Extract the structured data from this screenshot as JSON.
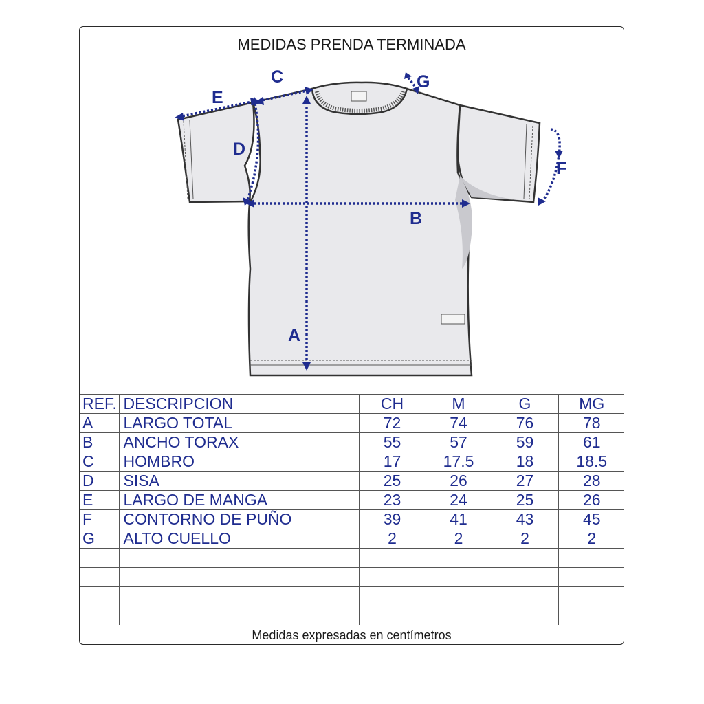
{
  "title": "MEDIDAS PRENDA TERMINADA",
  "labels": {
    "A": "A",
    "B": "B",
    "C": "C",
    "D": "D",
    "E": "E",
    "F": "F",
    "G": "G"
  },
  "colors": {
    "accent": "#1f2c8f",
    "garment_fill": "#e9e9ec",
    "garment_outline": "#333333"
  },
  "table": {
    "headers": [
      "REF.",
      "DESCRIPCION",
      "CH",
      "M",
      "G",
      "MG"
    ],
    "rows": [
      [
        "A",
        "LARGO TOTAL",
        "72",
        "74",
        "76",
        "78"
      ],
      [
        "B",
        "ANCHO  TORAX",
        "55",
        "57",
        "59",
        "61"
      ],
      [
        "C",
        "HOMBRO",
        "17",
        "17.5",
        "18",
        "18.5"
      ],
      [
        "D",
        "SISA",
        "25",
        "26",
        "27",
        "28"
      ],
      [
        "E",
        "LARGO DE MANGA",
        "23",
        "24",
        "25",
        "26"
      ],
      [
        "F",
        "CONTORNO DE PUÑO",
        "39",
        "41",
        "43",
        "45"
      ],
      [
        "G",
        "ALTO CUELLO",
        "2",
        "2",
        "2",
        "2"
      ],
      [
        "",
        "",
        "",
        "",
        "",
        ""
      ],
      [
        "",
        "",
        "",
        "",
        "",
        ""
      ],
      [
        "",
        "",
        "",
        "",
        "",
        ""
      ],
      [
        "",
        "",
        "",
        "",
        "",
        ""
      ]
    ]
  },
  "footer": "Medidas expresadas en centímetros"
}
